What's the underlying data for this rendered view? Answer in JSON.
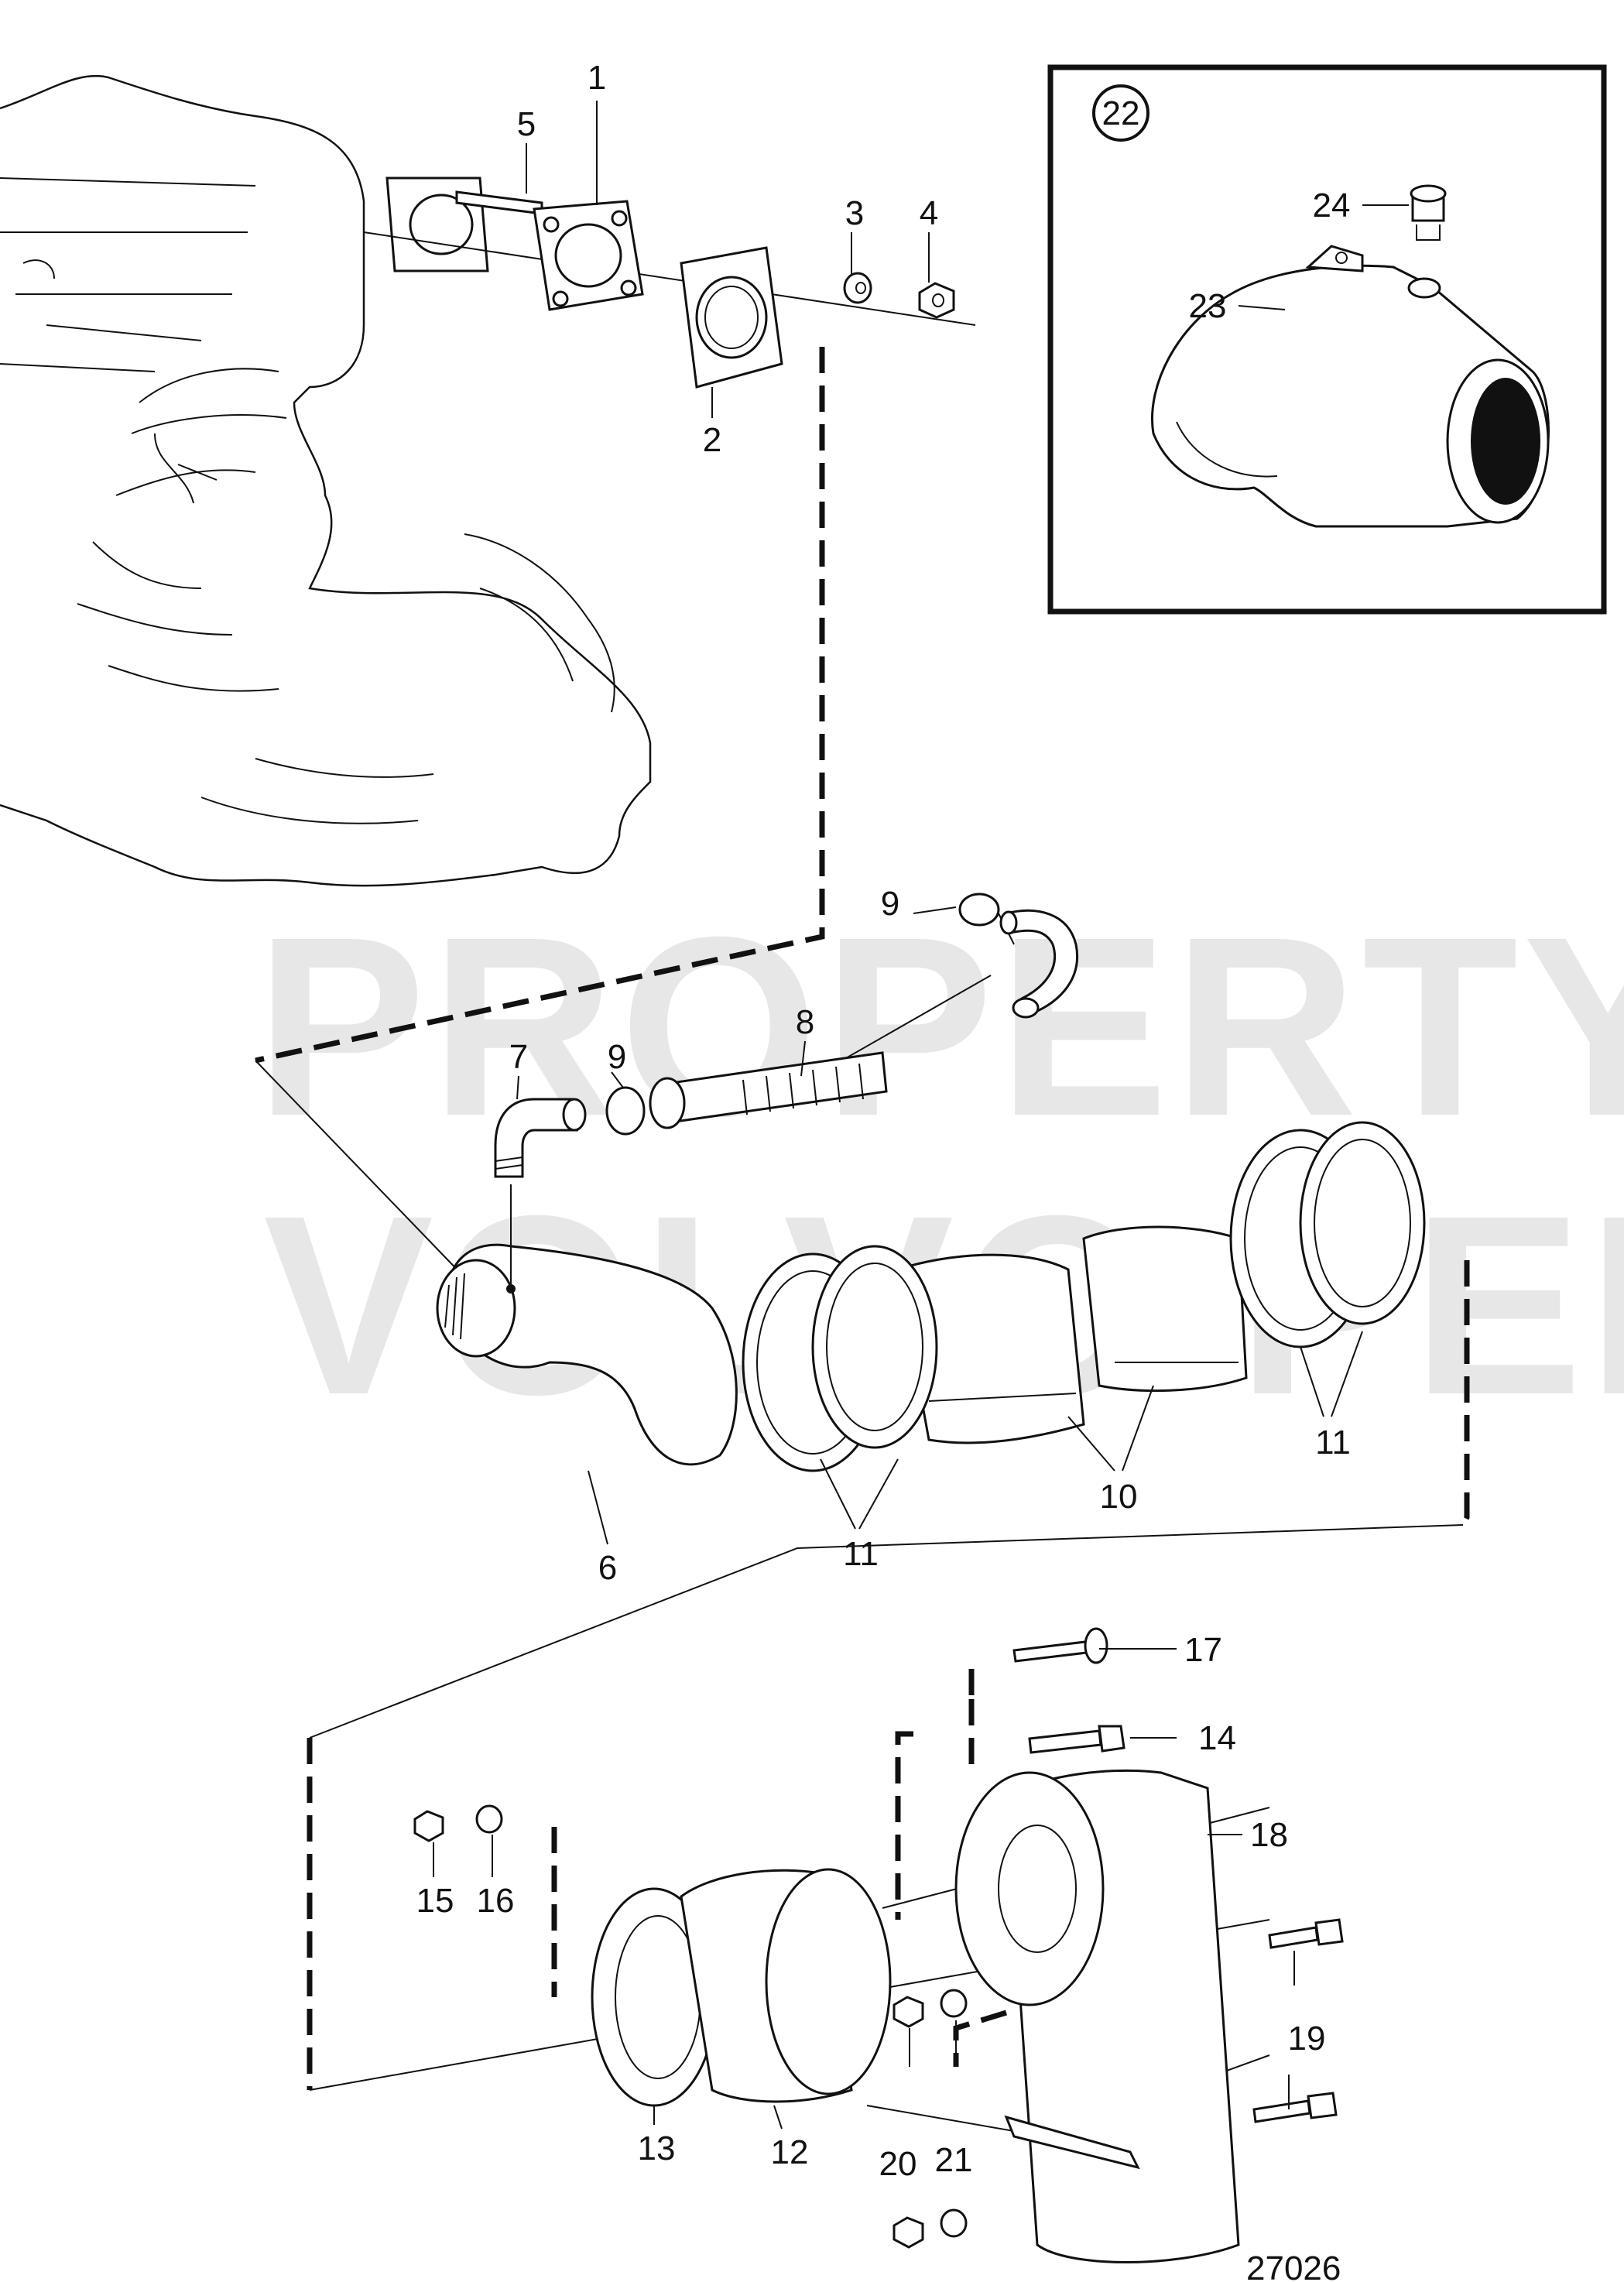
{
  "watermark": {
    "line1": "PROPERTY OF",
    "line2": "VOLVO PENTA"
  },
  "figure_number": "27026",
  "callouts": [
    "1",
    "2",
    "3",
    "4",
    "5",
    "6",
    "7",
    "8",
    "9",
    "10",
    "11",
    "12",
    "13",
    "14",
    "15",
    "16",
    "17",
    "18",
    "19",
    "20",
    "21",
    "22",
    "23",
    "24"
  ],
  "inset": {
    "number": "22"
  }
}
